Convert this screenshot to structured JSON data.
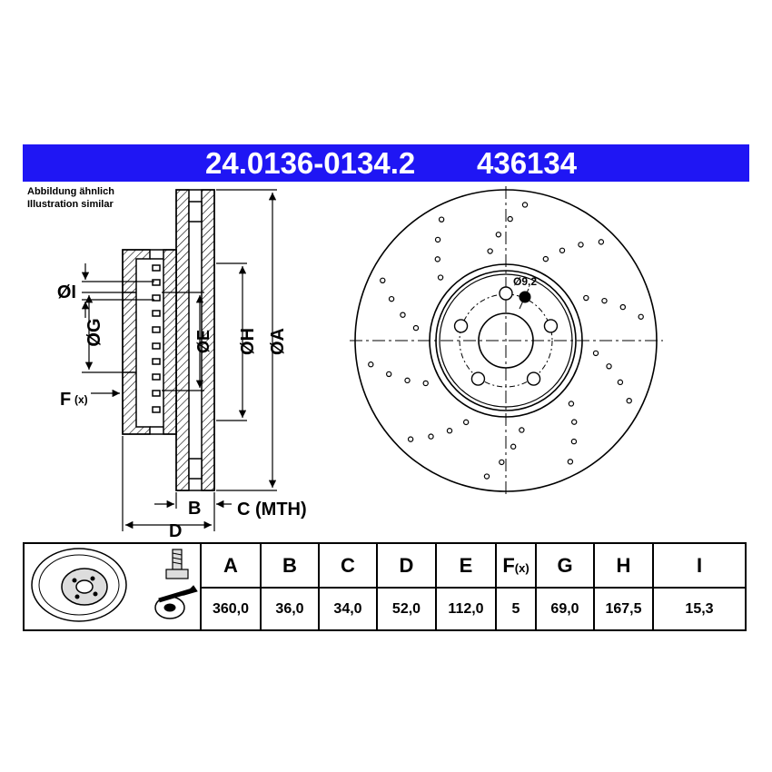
{
  "header": {
    "part_number": "24.0136-0134.2",
    "ref_number": "436134",
    "background": "#1f16f4"
  },
  "note": {
    "line1": "Abbildung ähnlich",
    "line2": "Illustration similar"
  },
  "drawing": {
    "labels": {
      "I": "ØI",
      "G": "ØG",
      "E": "ØE",
      "H": "ØH",
      "A": "ØA",
      "F": "F",
      "F_sub": "(x)",
      "B": "B",
      "C": "C (MTH)",
      "D": "D",
      "hole": "Ø9,2"
    }
  },
  "table": {
    "headers": [
      "A",
      "B",
      "C",
      "D",
      "E",
      "F",
      "G",
      "H",
      "I"
    ],
    "f_sub": "(x)",
    "values": [
      "360,0",
      "36,0",
      "34,0",
      "52,0",
      "112,0",
      "5",
      "69,0",
      "167,5",
      "15,3"
    ],
    "icons": [
      "brake-disc-icon",
      "bolt-icon",
      "torque-wrench-icon"
    ]
  }
}
